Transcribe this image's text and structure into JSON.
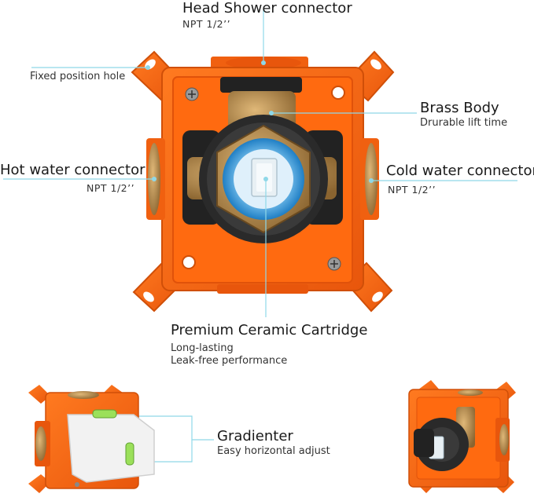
{
  "labels": {
    "head_shower": {
      "title": "Head Shower connector",
      "sub": "NPT  1/2’’"
    },
    "fixed_hole": {
      "title": "Fixed position hole"
    },
    "brass_body": {
      "title": "Brass Body",
      "sub": "Drurable lift time"
    },
    "hot_water": {
      "title": "Hot water connector",
      "sub": "NPT  1/2’’"
    },
    "cold_water": {
      "title": "Cold water connector",
      "sub": "NPT  1/2’’"
    },
    "cartridge": {
      "title": "Premium Ceramic Cartridge",
      "line1": "Long-lasting",
      "line2": "Leak-free performance"
    },
    "gradienter": {
      "title": "Gradienter",
      "sub": "Easy horizontal adjust"
    }
  },
  "colors": {
    "orange": "#ff6a10",
    "orange_dark": "#e0520a",
    "brass": "#b98a4a",
    "leader": "#8fd8e8",
    "blue_ring": "#3aa0e0",
    "cartridge": "#e8f0f4",
    "white_level": "#f2f2f2",
    "bubble": "#9be05a"
  }
}
